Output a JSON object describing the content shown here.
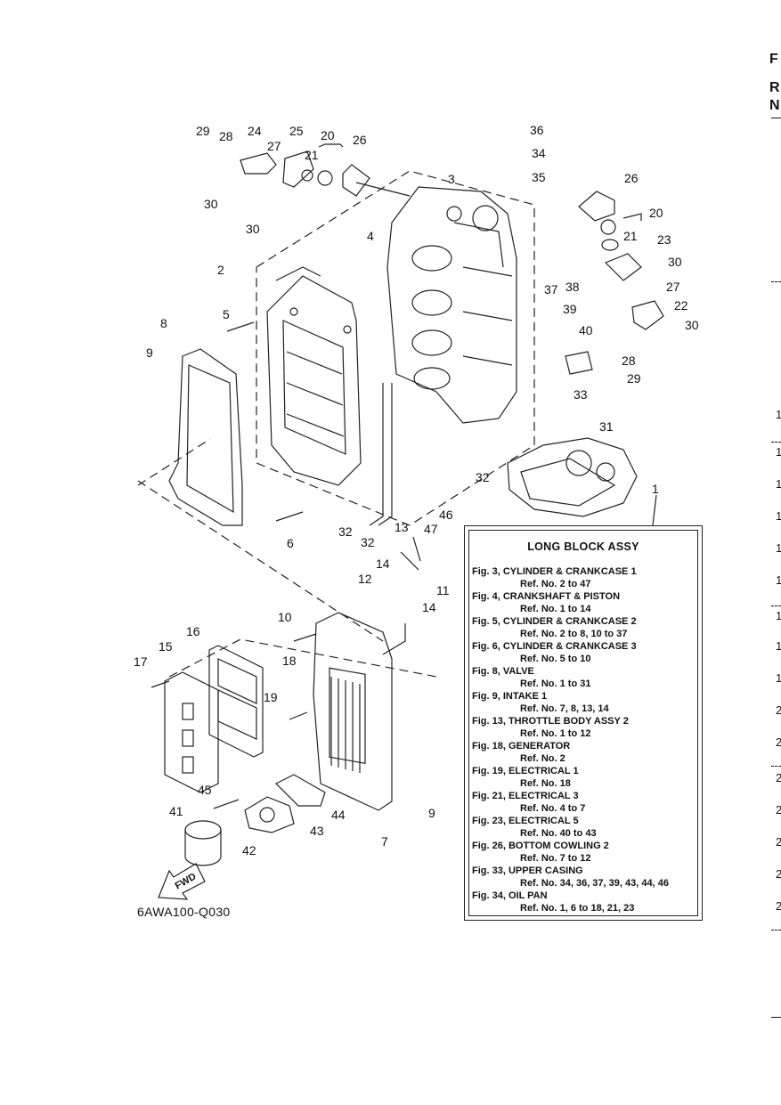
{
  "diagram_code": "6AWA100-Q030",
  "fwd_label": "FWD",
  "long_block": {
    "title": "LONG BLOCK ASSY",
    "entries": [
      {
        "fig": "Fig. 3, CYLINDER & CRANKCASE 1",
        "ref": "Ref. No. 2 to 47"
      },
      {
        "fig": "Fig. 4, CRANKSHAFT & PISTON",
        "ref": "Ref. No. 1 to 14"
      },
      {
        "fig": "Fig. 5, CYLINDER & CRANKCASE 2",
        "ref": "Ref. No. 2 to 8, 10 to 37"
      },
      {
        "fig": "Fig. 6, CYLINDER & CRANKCASE 3",
        "ref": "Ref. No. 5 to 10"
      },
      {
        "fig": "Fig. 8, VALVE",
        "ref": "Ref. No. 1 to 31"
      },
      {
        "fig": "Fig. 9, INTAKE 1",
        "ref": "Ref. No. 7, 8, 13, 14"
      },
      {
        "fig": "Fig. 13, THROTTLE BODY ASSY 2",
        "ref": "Ref. No. 1 to 12"
      },
      {
        "fig": "Fig. 18, GENERATOR",
        "ref": "Ref. No. 2"
      },
      {
        "fig": "Fig. 19, ELECTRICAL 1",
        "ref": "Ref. No. 18"
      },
      {
        "fig": "Fig. 21, ELECTRICAL 3",
        "ref": "Ref. No. 4 to 7"
      },
      {
        "fig": "Fig. 23, ELECTRICAL 5",
        "ref": "Ref. No. 40 to 43"
      },
      {
        "fig": "Fig. 26, BOTTOM COWLING 2",
        "ref": "Ref. No. 7 to 12"
      },
      {
        "fig": "Fig. 33, UPPER CASING",
        "ref": "Ref. No. 34, 36, 37, 39, 43, 44, 46"
      },
      {
        "fig": "Fig. 34, OIL PAN",
        "ref": "Ref. No. 1, 6 to 18, 21, 23"
      }
    ]
  },
  "callouts": [
    "29",
    "28",
    "24",
    "27",
    "25",
    "20",
    "21",
    "26",
    "30",
    "30",
    "3",
    "36",
    "34",
    "35",
    "26",
    "20",
    "21",
    "23",
    "30",
    "4",
    "2",
    "37",
    "38",
    "27",
    "39",
    "22",
    "40",
    "30",
    "28",
    "29",
    "33",
    "5",
    "8",
    "9",
    "31",
    "1",
    "32",
    "32",
    "32",
    "6",
    "13",
    "46",
    "47",
    "14",
    "12",
    "11",
    "14",
    "10",
    "16",
    "15",
    "18",
    "17",
    "19",
    "45",
    "9",
    "44",
    "41",
    "43",
    "42",
    "7"
  ],
  "edge": {
    "letters": [
      "F",
      "R",
      "N"
    ],
    "numbers": [
      "1",
      "1",
      "1",
      "1",
      "1",
      "1",
      "1",
      "1",
      "1",
      "2",
      "2",
      "2",
      "2",
      "2",
      "2",
      "2"
    ]
  }
}
